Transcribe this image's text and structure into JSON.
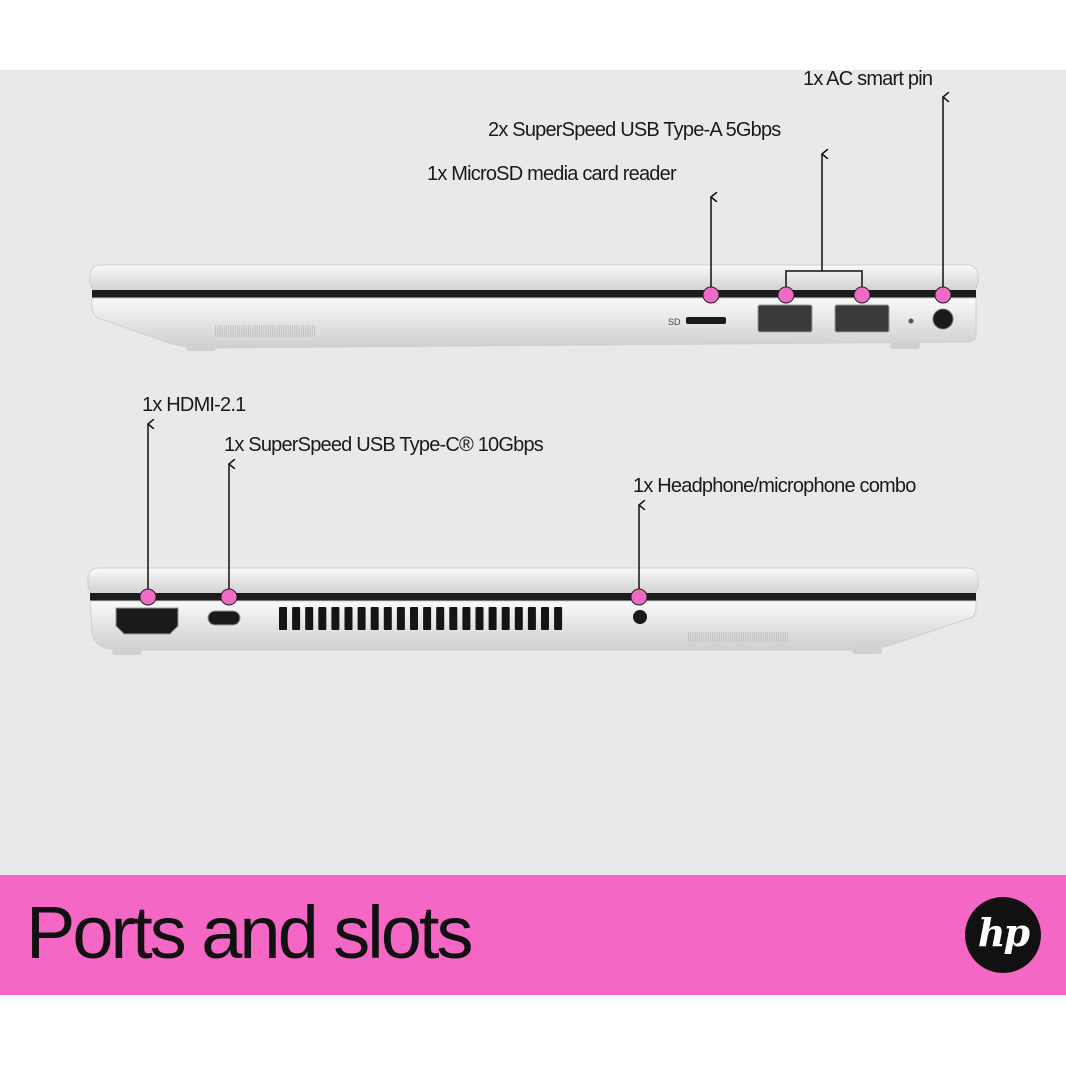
{
  "callouts": {
    "ac_pin": "1x AC smart pin",
    "usb_a": "2x SuperSpeed USB Type-A 5Gbps",
    "microsd": "1x MicroSD media card reader",
    "hdmi": "1x HDMI-2.1",
    "usb_c": "1x  SuperSpeed USB Type-C® 10Gbps",
    "headphone": "1x Headphone/microphone combo"
  },
  "port_markings": {
    "sd": "SD"
  },
  "banner": {
    "title": "Ports and slots",
    "logo": "hp"
  },
  "colors": {
    "accent": "#f567c4",
    "background": "#e9e9e9",
    "dot": "#f06bc6"
  }
}
